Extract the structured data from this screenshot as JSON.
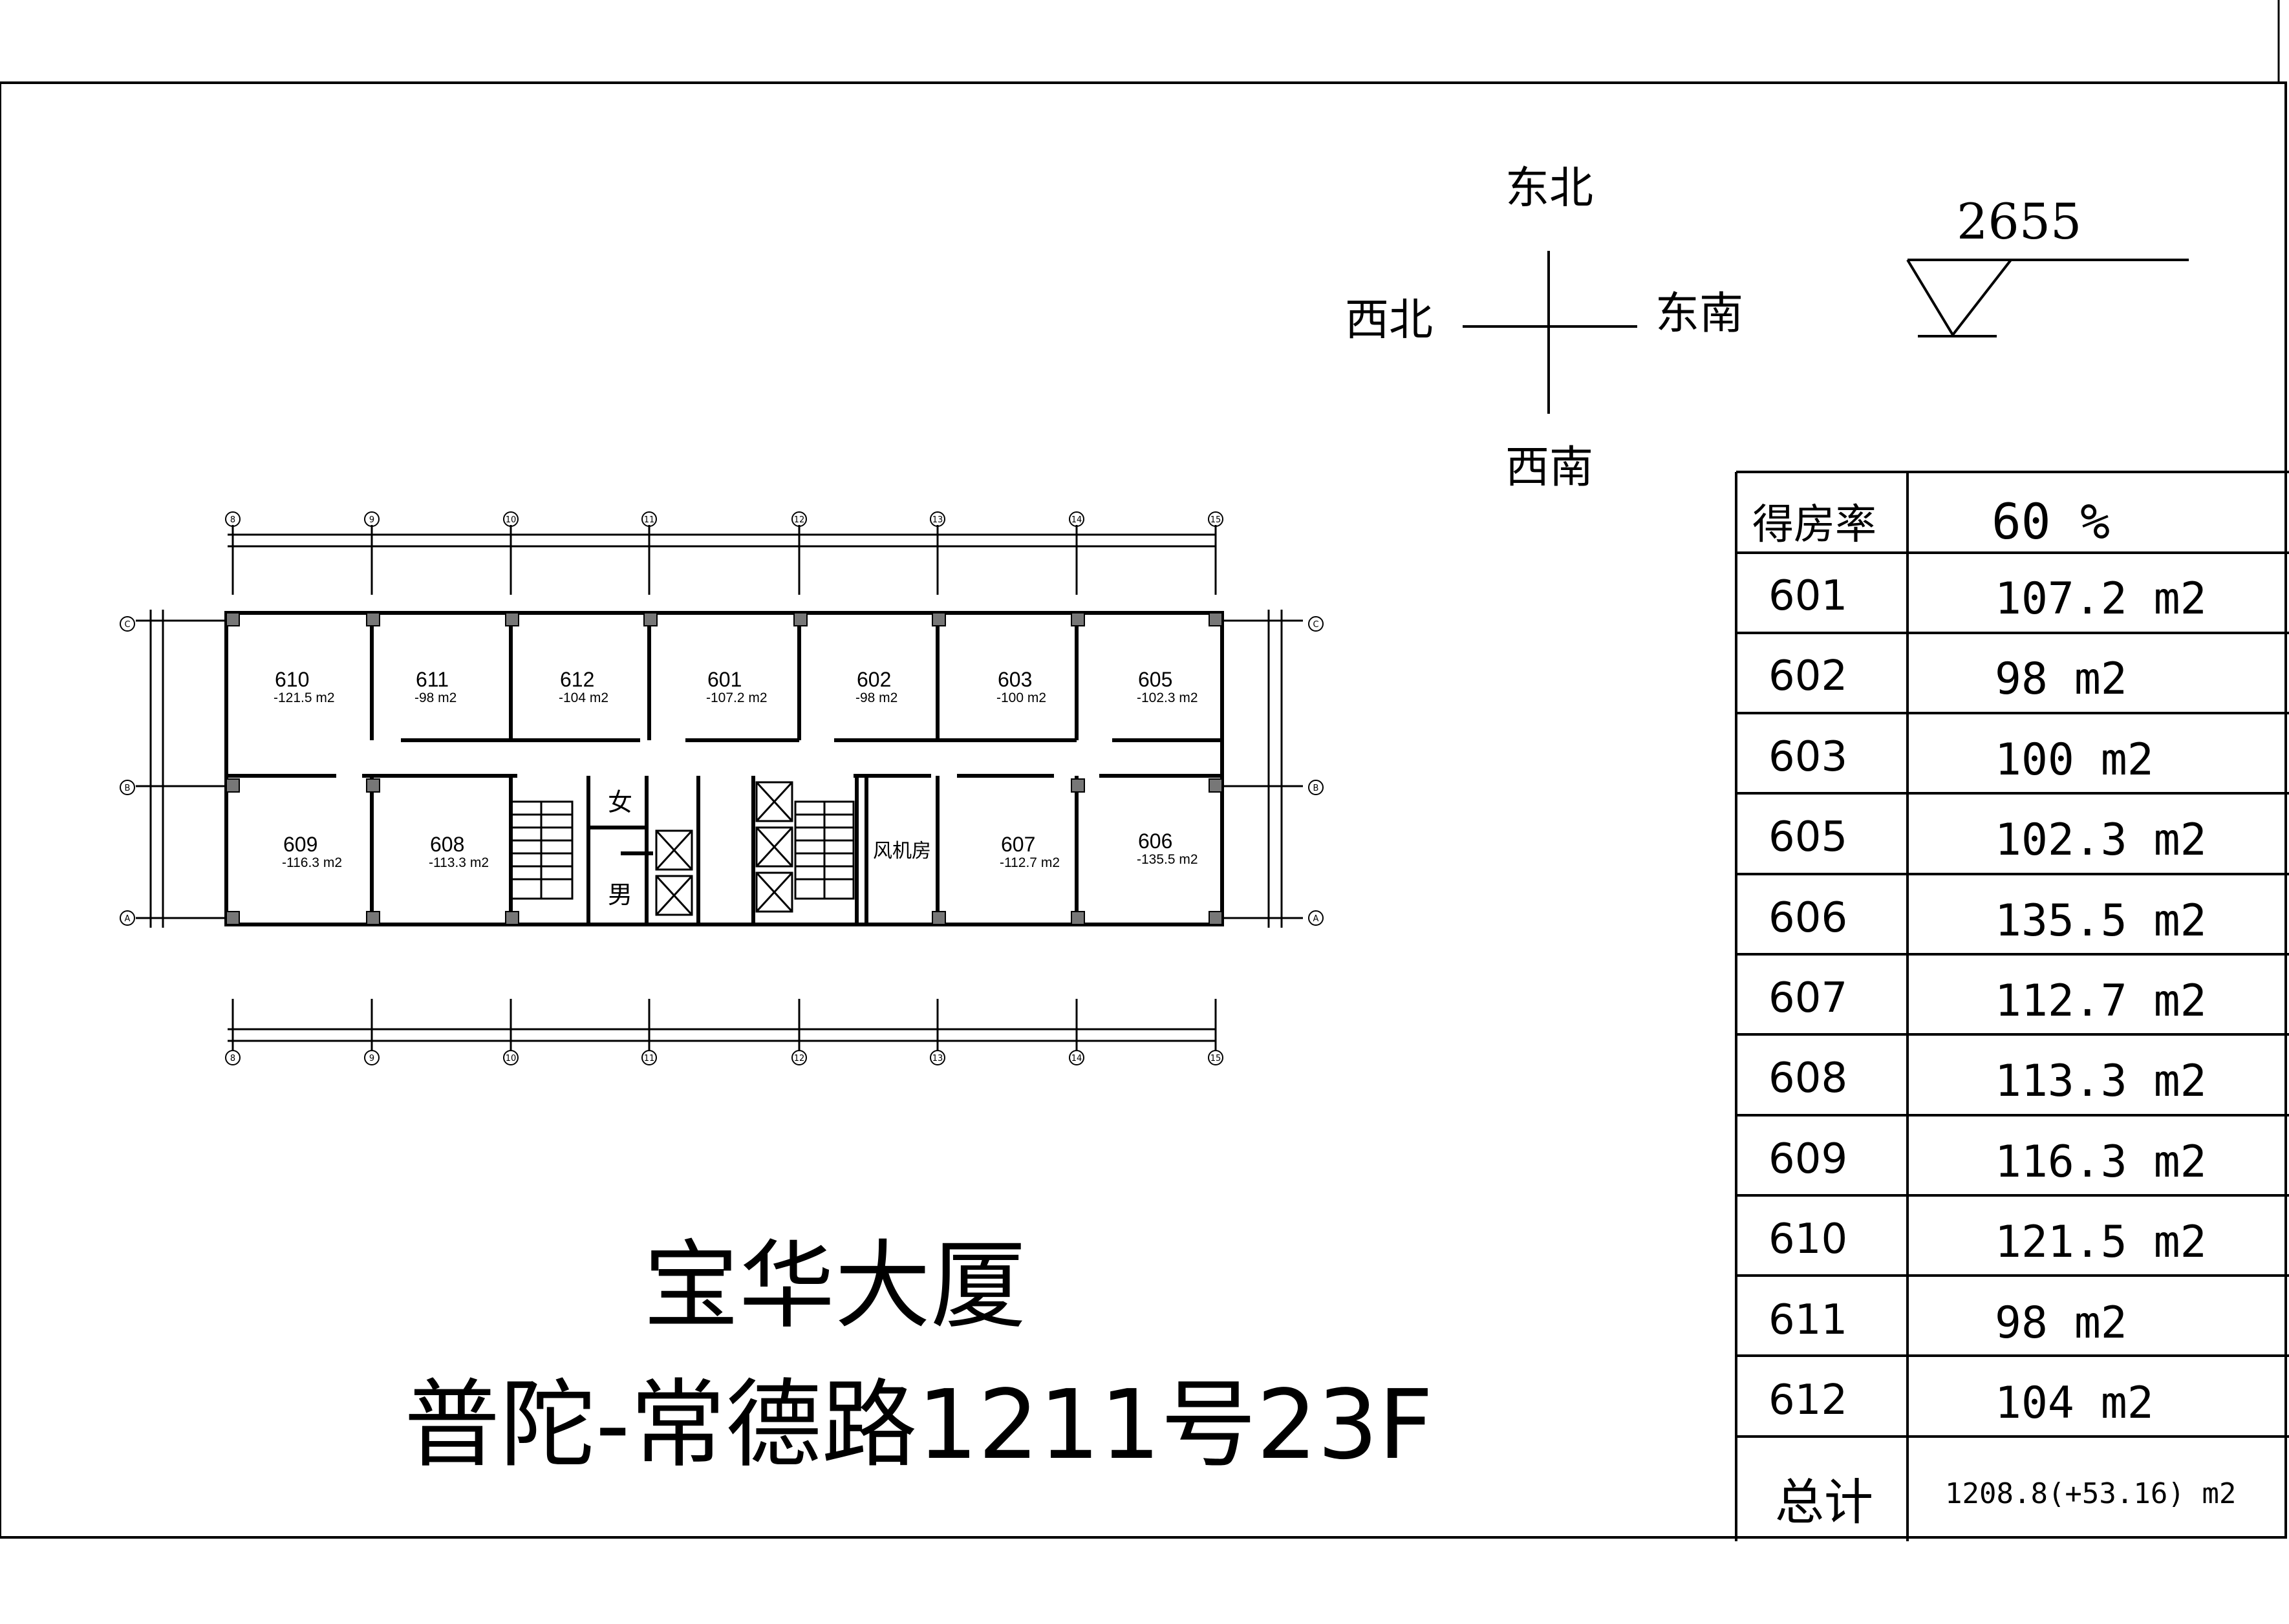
{
  "title": "宝华大厦",
  "address": "普陀-常德路1211号23F",
  "compass": {
    "north": "东北",
    "east": "东南",
    "west": "西北",
    "south": "西南"
  },
  "elevation": "2655",
  "table": {
    "rate_label": "得房率",
    "rate_value": "60 %",
    "rows": [
      {
        "room": "601",
        "area": "107.2 m2"
      },
      {
        "room": "602",
        "area": "98 m2"
      },
      {
        "room": "603",
        "area": "100 m2"
      },
      {
        "room": "605",
        "area": "102.3 m2"
      },
      {
        "room": "606",
        "area": "135.5 m2"
      },
      {
        "room": "607",
        "area": "112.7 m2"
      },
      {
        "room": "608",
        "area": "113.3 m2"
      },
      {
        "room": "609",
        "area": "116.3 m2"
      },
      {
        "room": "610",
        "area": "121.5 m2"
      },
      {
        "room": "611",
        "area": "98 m2"
      },
      {
        "room": "612",
        "area": "104 m2"
      }
    ],
    "total_label": "总计",
    "total_value": "1208.8(+53.16) m2"
  },
  "plan": {
    "rooms": [
      {
        "no": "610",
        "area": "-121.5 m2"
      },
      {
        "no": "611",
        "area": "-98 m2"
      },
      {
        "no": "612",
        "area": "-104 m2"
      },
      {
        "no": "601",
        "area": "-107.2 m2"
      },
      {
        "no": "602",
        "area": "-98 m2"
      },
      {
        "no": "603",
        "area": "-100 m2"
      },
      {
        "no": "605",
        "area": "-102.3 m2"
      },
      {
        "no": "609",
        "area": "-116.3 m2"
      },
      {
        "no": "608",
        "area": "-113.3 m2"
      },
      {
        "no": "607",
        "area": "-112.7 m2"
      },
      {
        "no": "606",
        "area": "-135.5 m2"
      }
    ],
    "women_wc": "女",
    "men_wc": "男",
    "fan_room": "风机房",
    "axis_top": [
      "8",
      "9",
      "10",
      "11",
      "12",
      "13",
      "14",
      "15"
    ],
    "axis_side": [
      "C",
      "B",
      "A"
    ]
  }
}
